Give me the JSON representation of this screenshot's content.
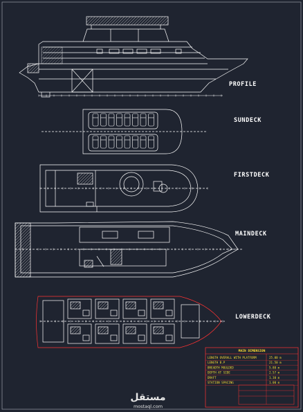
{
  "drawing": {
    "views": [
      {
        "id": "profile",
        "label": "PROFILE"
      },
      {
        "id": "sundeck",
        "label": "SUNDECK"
      },
      {
        "id": "firstdeck",
        "label": "FIRSTDECK"
      },
      {
        "id": "maindeck",
        "label": "MAINDECK"
      },
      {
        "id": "lowerdeck",
        "label": "LOWERDECK"
      }
    ]
  },
  "title_block": {
    "title": "MAIN DIMENSION",
    "rows": [
      {
        "label": "LENGTH OVERALL WITH PLATFORM",
        "value": "25.00 m"
      },
      {
        "label": "LENGTH B.P",
        "value": "21.50 m"
      },
      {
        "label": "BREADTH MOULDED",
        "value": "5.80 m"
      },
      {
        "label": "DEPTH AT SIDE",
        "value": "2.57 m"
      },
      {
        "label": "DRAFT",
        "value": "1.30 m"
      },
      {
        "label": "STATION SPACING",
        "value": "1.00 m"
      }
    ]
  },
  "watermark": {
    "main": "مستقل",
    "sub": "mostaql.com"
  },
  "colors": {
    "background": "#1f2430",
    "lines": "#ffffff",
    "accent": "#ff3333",
    "title_block": "#ffdd33"
  }
}
